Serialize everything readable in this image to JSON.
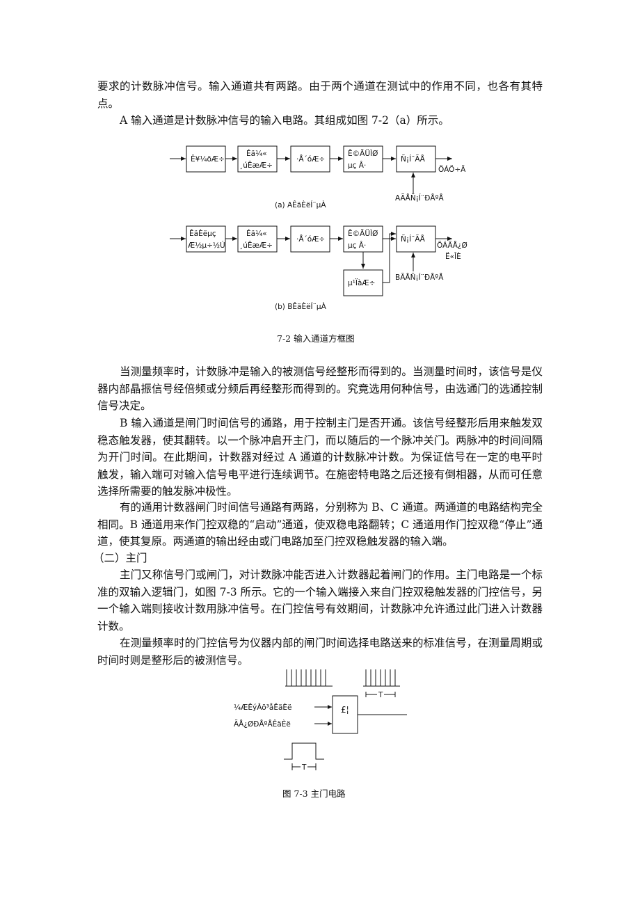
{
  "paragraphs": {
    "p0": "要求的计数脉冲信号。输入通道共有两路。由于两个通道在测试中的作用不同，也各有其特点。",
    "p1": "A 输入通道是计数脉冲信号的输入电路。其组成如图 7-2（a）所示。",
    "p2": "当测量频率时，计数脉冲是输入的被测信号经整形而得到的。当测量时间时，该信号是仪器内部晶振信号经倍频或分频后再经整形而得到的。究竟选用何种信号，由选通门的选通控制信号决定。",
    "p3": "B 输入通道是闸门时间信号的通路，用于控制主门是否开通。该信号经整形后用来触发双稳态触发器，使其翻转。以一个脉冲启开主门，而以随后的一个脉冲关门。两脉冲的时间间隔为开门时间。在此期间，计数器对经过 A 通道的计数脉冲计数。为保证信号在一定的电平时触发，输入端可对输入信号电平进行连续调节。在施密特电路之后还接有倒相器，从而可任意选择所需要的触发脉冲极性。",
    "p4": "有的通用计数器闸门时间信号通路有两路，分别称为 B、C 通道。两通道的电路结构完全相同。B 通道用来作门控双稳的“启动”通道，使双稳电路翻转；C 通道用作门控双稳“停止”通道，使其复原。两通道的输出经由或门电路加至门控双稳触发器的输入端。",
    "p5": "（二）主门",
    "p6": "主门又称信号门或闸门，对计数脉冲能否进入计数器起着闸门的作用。主门电路是一个标准的双输入逻辑门，如图 7-3 所示。它的一个输入端接入来自门控双稳触发器的门控信号，另一个输入端则接收计数用脉冲信号。在门控信号有效期间，计数脉冲允许通过此门进入计数器计数。",
    "p7": "在测量频率时的门控信号为仪器内部的闸门时间选择电路送来的标准信号，在测量周期或时间时则是整形后的被测信号。"
  },
  "fig72": {
    "a": {
      "box1": "Ê¥¼õÆ÷",
      "box2a": "Éä¼«",
      "box2b": "¸úËæÆ÷",
      "box3": "·Å´óÆ÷",
      "box4a": "Ê©ÃÜÌØ",
      "box4b": "µç Â·",
      "box5": "Ñ¡Í¨ÃÅ",
      "out": "ÖÁÖ÷Ã",
      "ctrl": "AÃÅÑ¡Í¨ÐÅºÅ",
      "label": "(a) AÊäÈëÍ¨µÀ"
    },
    "b": {
      "box1a": "ÊäÈëµç",
      "box1b": "Æ½µ÷½Ú",
      "box2a": "Éä¼«",
      "box2b": "¸úËæÆ÷",
      "box3": "·Å´óÆ÷",
      "box4a": "Ê©ÃÜÌØ",
      "box4b": "µç Â·",
      "box5": "Ñ¡Í¨ÃÅ",
      "box6": "µ¹ÏàÆ÷",
      "out1": "ÖÁÃÅ¿Ø",
      "out2": "Ë«ÎÈ",
      "ctrl": "BÃÅÑ¡Í¨ÐÅºÅ",
      "label": "(b) BÊäÈëÍ¨µÀ"
    },
    "caption": "7-2  输入通道方框图"
  },
  "fig73": {
    "in1": "¼ÆÊýÂö³åÊäÈë",
    "in2": "ÃÅ¿ØÐÅºÅÊäÈë",
    "gate": "£¦",
    "t_top": "T",
    "t_bottom": "T",
    "caption": "图 7-3   主门电路"
  }
}
